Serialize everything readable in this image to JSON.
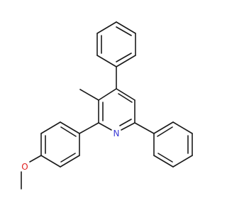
{
  "molecule": {
    "atoms": [
      {
        "id": "N1",
        "label": "N",
        "color": "#3a3ad6"
      },
      {
        "id": "O1",
        "label": "O",
        "color": "#e02020"
      }
    ]
  }
}
